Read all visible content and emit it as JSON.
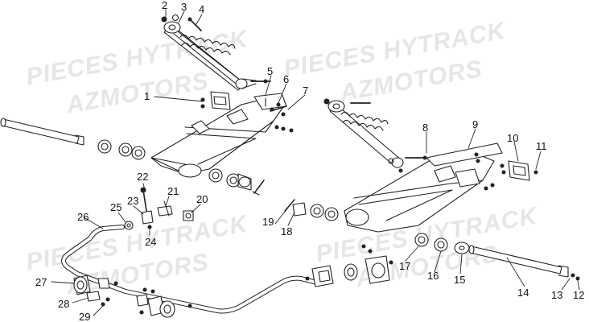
{
  "watermark": {
    "line1": "PIECES HYTRACK",
    "line2": "AZMOTORS"
  },
  "callouts": [
    {
      "id": "c1",
      "label": "1"
    },
    {
      "id": "c2",
      "label": "2"
    },
    {
      "id": "c3",
      "label": "3"
    },
    {
      "id": "c4",
      "label": "4"
    },
    {
      "id": "c5",
      "label": "5"
    },
    {
      "id": "c6",
      "label": "6"
    },
    {
      "id": "c7",
      "label": "7"
    },
    {
      "id": "c8",
      "label": "8"
    },
    {
      "id": "c9",
      "label": "9"
    },
    {
      "id": "c10",
      "label": "10"
    },
    {
      "id": "c11",
      "label": "11"
    },
    {
      "id": "c12",
      "label": "12"
    },
    {
      "id": "c13",
      "label": "13"
    },
    {
      "id": "c14",
      "label": "14"
    },
    {
      "id": "c15",
      "label": "15"
    },
    {
      "id": "c16",
      "label": "16"
    },
    {
      "id": "c17",
      "label": "17"
    },
    {
      "id": "c18",
      "label": "18"
    },
    {
      "id": "c19",
      "label": "19"
    },
    {
      "id": "c20",
      "label": "20"
    },
    {
      "id": "c21",
      "label": "21"
    },
    {
      "id": "c22",
      "label": "22"
    },
    {
      "id": "c23",
      "label": "23"
    },
    {
      "id": "c24",
      "label": "24"
    },
    {
      "id": "c25",
      "label": "25"
    },
    {
      "id": "c26",
      "label": "26"
    },
    {
      "id": "c27",
      "label": "27"
    },
    {
      "id": "c28",
      "label": "28"
    },
    {
      "id": "c29",
      "label": "29"
    }
  ]
}
